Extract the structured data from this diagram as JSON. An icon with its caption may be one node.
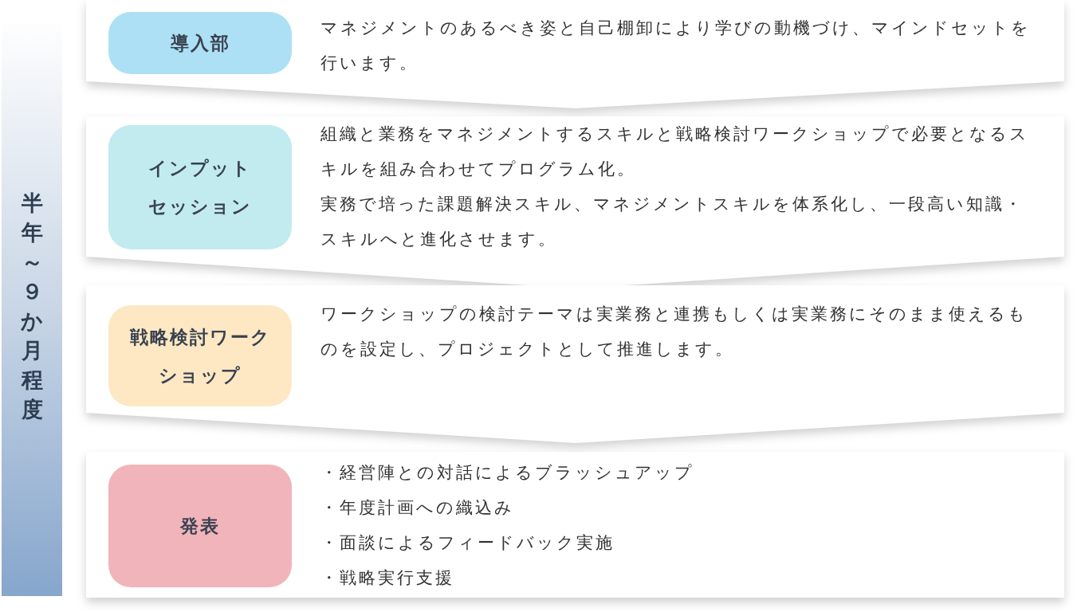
{
  "diagram": {
    "nodes": [
      {
        "text": [
          "半年～９か月程度"
        ]
      },
      {
        "text": [
          "マネジメントのあるべき姿と自己棚卸により学びの動機づけ、マインドセットを行います。"
        ]
      },
      {
        "text": [
          "導入部"
        ],
        "in": 1
      },
      {
        "text": [
          "組織と業務をマネジメントするスキルと戦略検討ワークショップで必要となるスキルを組み合わせてプログラム化。",
          "実務で培った課題解決スキル、マネジメントスキルを体系化し、一段高い知識・スキルへと進化させます。"
        ]
      },
      {
        "text": [
          "インプットセッション"
        ],
        "in": 3
      },
      {
        "text": [
          "ワークショップの検討テーマは実業務と連携もしくは実業務にそのまま使えるものを設定し、プロジェクトとして推進します。"
        ]
      },
      {
        "text": [
          "戦略検討ワークショップ"
        ],
        "in": 5
      },
      {
        "text": [
          "・経営陣との対話によるブラッシュアップ",
          "・年度計画への織込み",
          "・面談によるフィードバック実施",
          "・戦略実行支援"
        ]
      },
      {
        "text": [
          "発表"
        ],
        "in": 7
      }
    ]
  }
}
